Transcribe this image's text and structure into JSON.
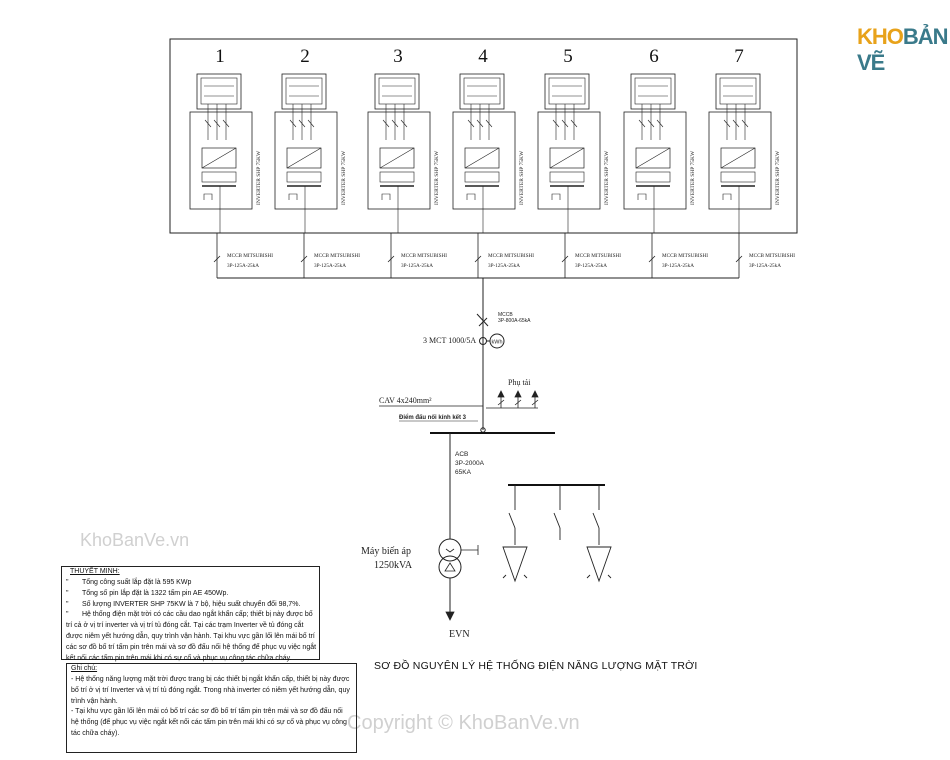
{
  "logo": {
    "part1": "KHO",
    "part2": "BẢN VẼ"
  },
  "watermark": {
    "left": "KhoBanVe.vn",
    "bottom": "Copyright © KhoBanVe.vn"
  },
  "inverters": [
    {
      "number": "1",
      "label": "INVERTER SHP 75KW",
      "mccb_line1": "MCCB MITSUBISHI",
      "mccb_line2": "3P-125A-25kA"
    },
    {
      "number": "2",
      "label": "INVERTER SHP 75KW",
      "mccb_line1": "MCCB MITSUBISHI",
      "mccb_line2": "3P-125A-25kA"
    },
    {
      "number": "3",
      "label": "INVERTER SHP 75KW",
      "mccb_line1": "MCCB MITSUBISHI",
      "mccb_line2": "3P-125A-25kA"
    },
    {
      "number": "4",
      "label": "INVERTER SHP 75KW",
      "mccb_line1": "MCCB MITSUBISHI",
      "mccb_line2": "3P-125A-25kA"
    },
    {
      "number": "5",
      "label": "INVERTER SHP 75KW",
      "mccb_line1": "MCCB MITSUBISHI",
      "mccb_line2": "3P-125A-25kA"
    },
    {
      "number": "6",
      "label": "INVERTER SHP 75KW",
      "mccb_line1": "MCCB MITSUBISHI",
      "mccb_line2": "3P-125A-25kA"
    },
    {
      "number": "7",
      "label": "INVERTER SHP 75KW",
      "mccb_line1": "MCCB MITSUBISHI",
      "mccb_line2": "3P-125A-25kA"
    }
  ],
  "main_mccb": {
    "line1": "MCCB",
    "line2": "3P-800A-65kA"
  },
  "ct": {
    "label": "3 MCT 1000/5A",
    "meter": "kWh"
  },
  "cable": {
    "label": "CAV 4x240mm²",
    "connection": "Điểm đấu nối kính kết 3"
  },
  "load_label": "Phụ tải",
  "acb": {
    "line1": "ACB",
    "line2": "3P-2000A",
    "line3": "65KA"
  },
  "transformer": {
    "line1": "Máy biến áp",
    "line2": "1250kVA"
  },
  "grid_label": "EVN",
  "diagram_title": "SƠ ĐỒ NGUYÊN LÝ HỆ THỐNG ĐIỆN NĂNG LƯỢNG MẶT TRỜI",
  "description": {
    "heading": "THUYẾT MINH:",
    "lines": [
      "Tổng công suất lắp đặt là 595 KWp",
      "Tổng số pin lắp đặt là 1322 tấm pin AE 450Wp.",
      "Số lượng INVERTER SHP 75KW là 7 bộ, hiệu suất chuyển đổi 98,7%.",
      "Hệ thống điện mặt trời có các cầu dao ngắt khẩn cấp; thiết bị này được bố trí cả ở vị trí inverter và vị trí tủ đóng cắt. Tại các trạm Inverter về tủ đóng cắt được niêm yết hướng dẫn, quy trình vận hành. Tại khu vực gần lối lên mái bố trí các sơ đồ bố trí tấm pin trên mái và sơ đồ đấu nối hệ thống để phục vụ việc ngắt kết nối các tấm pin trên mái khi có sự cố và phục vụ công tác chữa cháy."
    ]
  },
  "notes": {
    "heading": "Ghi chú:",
    "lines": [
      "- Hệ thống năng lượng mặt trời được trang bị các thiết bị ngắt khẩn cấp, thiết bị này được bố trí ở vị trí Inverter và vị trí tủ đóng ngắt. Trong nhà inverter có niêm yết hướng dẫn, quy trình vận hành.",
      "- Tại khu vực gần lối lên mái có bố trí các sơ đồ bố trí tấm pin trên mái và sơ đồ đấu nối hệ thống (để phục vụ việc ngắt kết nối các tấm pin trên mái khi có sự cố và phục vụ công tác chữa cháy)."
    ]
  }
}
